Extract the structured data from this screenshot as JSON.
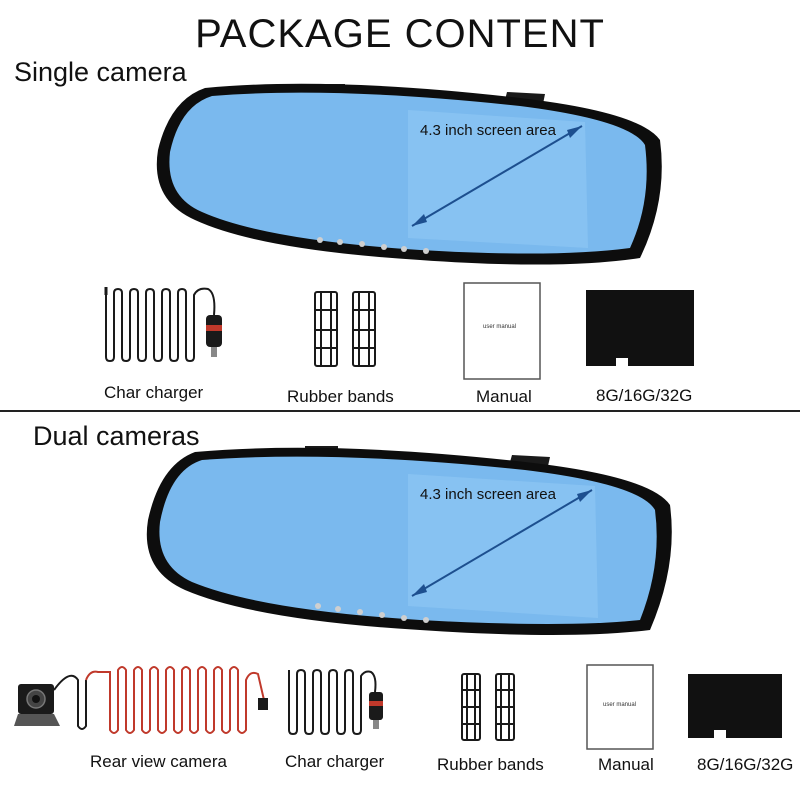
{
  "page": {
    "title": "PACKAGE CONTENT",
    "colors": {
      "screen": "#7ab9ee",
      "frame": "#111111",
      "wire_black": "#1a1a1a",
      "wire_red": "#c0392b",
      "background": "#ffffff"
    }
  },
  "single": {
    "label": "Single camera",
    "mirror": {
      "screen_label": "4.3 inch screen area"
    },
    "items": [
      {
        "label": "Char charger",
        "icon": "car-charger-icon"
      },
      {
        "label": "Rubber bands",
        "icon": "rubber-bands-icon"
      },
      {
        "label": "Manual",
        "icon": "manual-icon",
        "cover_text": "user manual"
      },
      {
        "label": "8G/16G/32G",
        "icon": "memory-card-icon"
      }
    ]
  },
  "dual": {
    "label": "Dual cameras",
    "mirror": {
      "screen_label": "4.3 inch screen area"
    },
    "items": [
      {
        "label": "Rear view camera",
        "icon": "rear-camera-icon"
      },
      {
        "label": "Char charger",
        "icon": "car-charger-icon"
      },
      {
        "label": "Rubber bands",
        "icon": "rubber-bands-icon"
      },
      {
        "label": "Manual",
        "icon": "manual-icon",
        "cover_text": "user manual"
      },
      {
        "label": "8G/16G/32G",
        "icon": "memory-card-icon"
      }
    ]
  }
}
